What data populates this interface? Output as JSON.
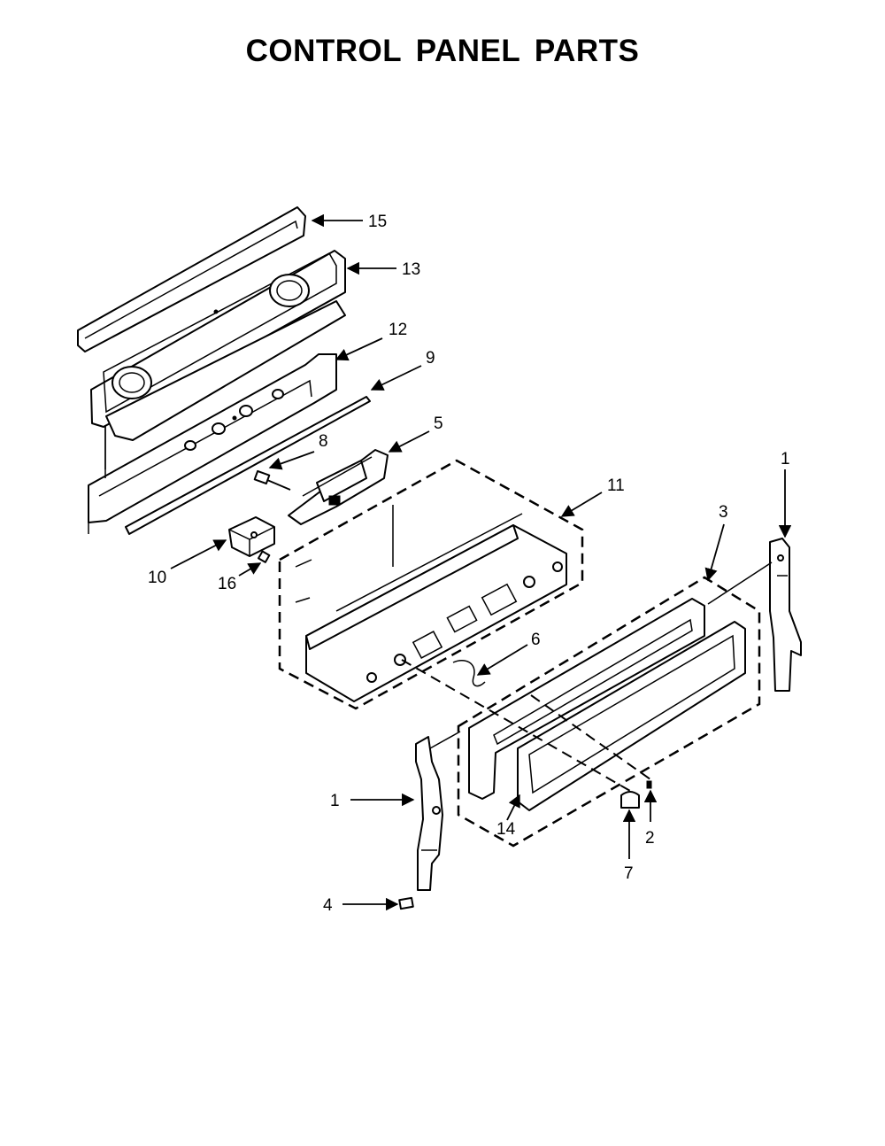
{
  "title": "CONTROL PANEL PARTS",
  "callouts": {
    "c15": "15",
    "c13": "13",
    "c12": "12",
    "c9": "9",
    "c8": "8",
    "c5": "5",
    "c11": "11",
    "c1_top": "1",
    "c3": "3",
    "c10": "10",
    "c16": "16",
    "c6": "6",
    "c1_bottom": "1",
    "c14": "14",
    "c2": "2",
    "c7": "7",
    "c4": "4"
  }
}
